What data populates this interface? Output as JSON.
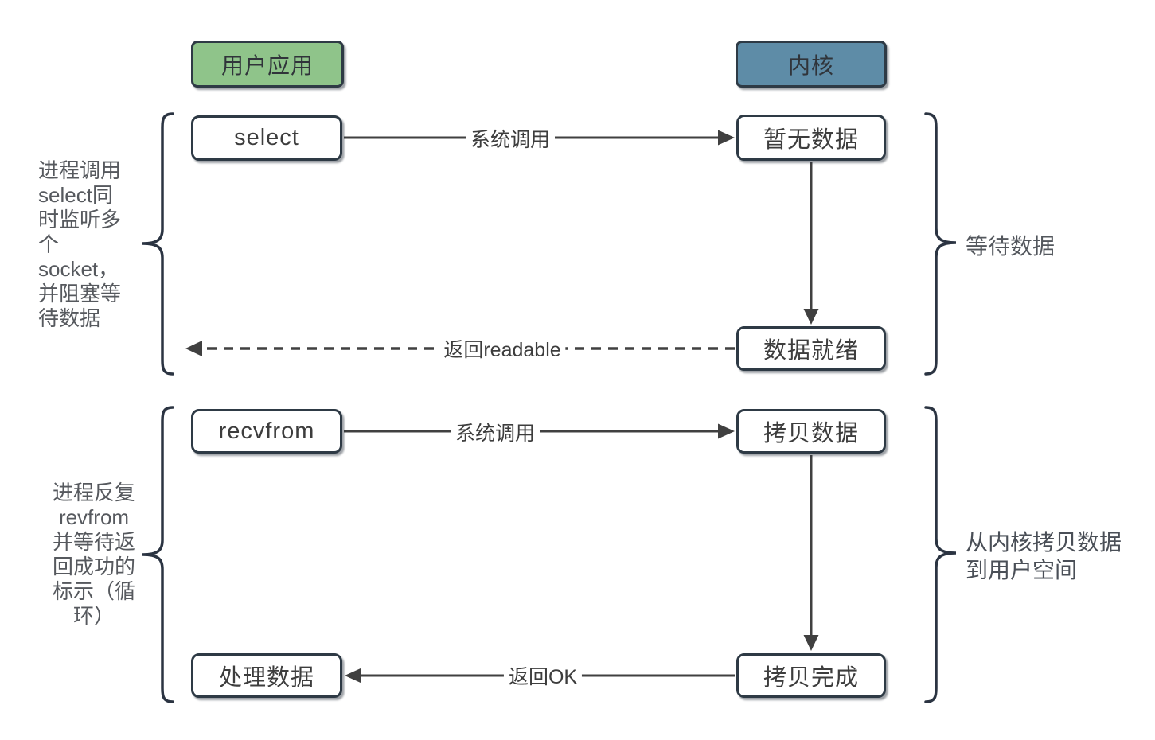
{
  "colors": {
    "background": "#ffffff",
    "user_header_fill": "#8fc48a",
    "kernel_header_fill": "#5e8ca7",
    "node_fill": "#ffffff",
    "node_border": "#2e3a45",
    "arrow": "#404040",
    "brace": "#2b3442",
    "annotation_text": "#56595e",
    "node_text": "#3d3d3d"
  },
  "headers": {
    "user": "用户应用",
    "kernel": "内核"
  },
  "nodes": {
    "select": "select",
    "no_data": "暂无数据",
    "data_ready": "数据就绪",
    "recvfrom": "recvfrom",
    "copy_data": "拷贝数据",
    "process_data": "处理数据",
    "copy_done": "拷贝完成"
  },
  "edge_labels": {
    "syscall_select": "系统调用",
    "return_readable": "返回readable",
    "syscall_recvfrom": "系统调用",
    "return_ok": "返回OK"
  },
  "annotations": {
    "left_top": {
      "lines": [
        "进程调用",
        "select同",
        "时监听多",
        "个",
        "socket，",
        "并阻塞等",
        "待数据"
      ]
    },
    "left_bottom": {
      "lines": [
        "进程反复",
        "revfrom",
        "并等待返",
        "回成功的",
        "标示（循",
        "环）"
      ]
    },
    "right_top": "等待数据",
    "right_bottom": {
      "lines": [
        "从内核拷贝数据",
        "到用户空间"
      ]
    }
  }
}
